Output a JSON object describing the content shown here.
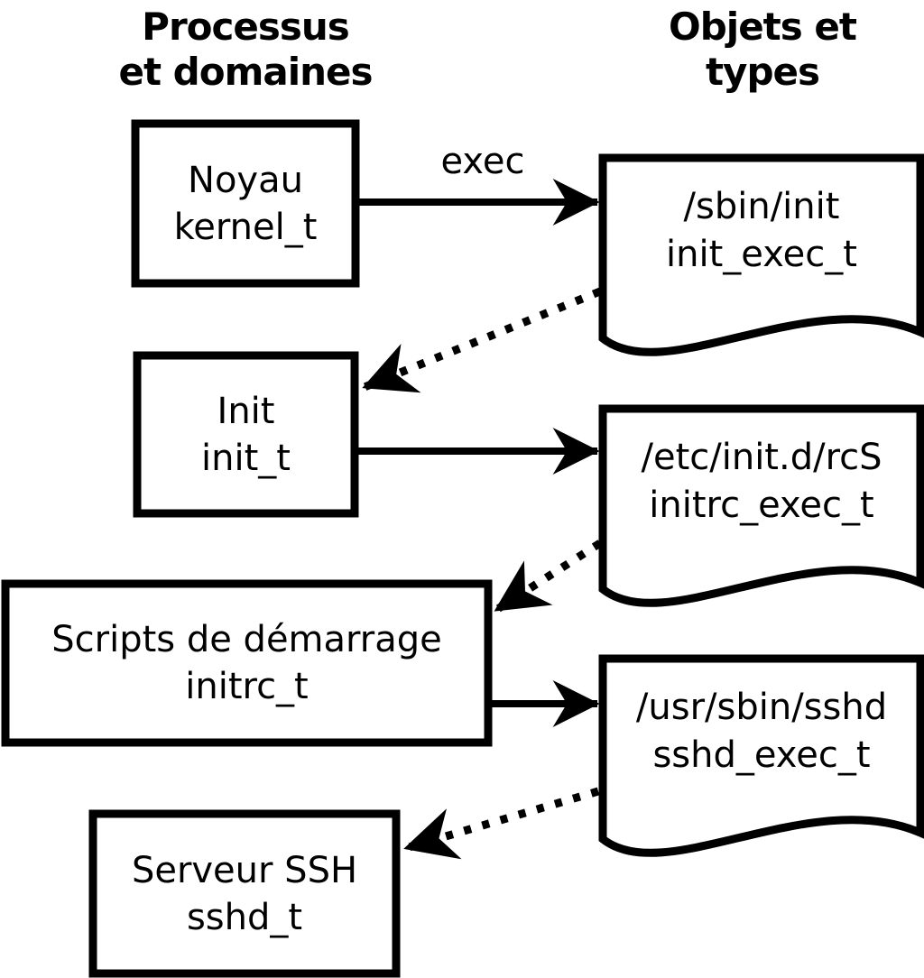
{
  "headers": {
    "left": {
      "lines": [
        "Processus",
        "et domaines"
      ]
    },
    "right": {
      "lines": [
        "Objets et",
        "types"
      ]
    }
  },
  "process_boxes": [
    {
      "name": "Noyau",
      "type": "kernel_t"
    },
    {
      "name": "Init",
      "type": "init_t"
    },
    {
      "name": "Scripts de démarrage",
      "type": "initrc_t"
    },
    {
      "name": "Serveur SSH",
      "type": "sshd_t"
    }
  ],
  "file_objects": [
    {
      "path": "/sbin/init",
      "type": "init_exec_t"
    },
    {
      "path": "/etc/init.d/rcS",
      "type": "initrc_exec_t"
    },
    {
      "path": "/usr/sbin/sshd",
      "type": "sshd_exec_t"
    }
  ],
  "arrow_labels": {
    "exec": "exec"
  },
  "colors": {
    "foreground": "#000000",
    "background": "#ffffff"
  }
}
